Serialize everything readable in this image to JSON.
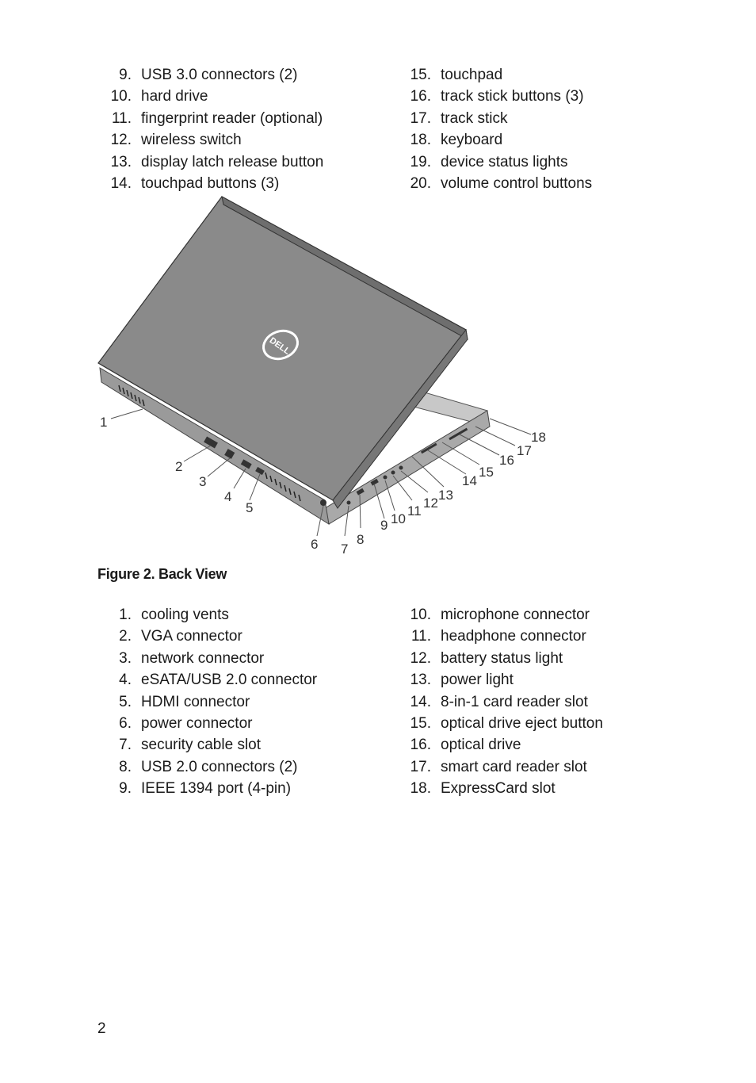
{
  "top_list_left": [
    {
      "num": "9.",
      "text": "USB 3.0 connectors (2)"
    },
    {
      "num": "10.",
      "text": "hard drive"
    },
    {
      "num": "11.",
      "text": "fingerprint reader (optional)"
    },
    {
      "num": "12.",
      "text": "wireless switch"
    },
    {
      "num": "13.",
      "text": "display latch release button"
    },
    {
      "num": "14.",
      "text": "touchpad buttons (3)"
    }
  ],
  "top_list_right": [
    {
      "num": "15.",
      "text": "touchpad"
    },
    {
      "num": "16.",
      "text": "track stick buttons (3)"
    },
    {
      "num": "17.",
      "text": "track stick"
    },
    {
      "num": "18.",
      "text": "keyboard"
    },
    {
      "num": "19.",
      "text": "device status lights"
    },
    {
      "num": "20.",
      "text": "volume control buttons"
    }
  ],
  "figure": {
    "logo_text": "DELL",
    "callouts": [
      "1",
      "2",
      "3",
      "4",
      "5",
      "6",
      "7",
      "8",
      "9",
      "10",
      "11",
      "12",
      "13",
      "14",
      "15",
      "16",
      "17",
      "18"
    ],
    "colors": {
      "lid": "#8a8a8a",
      "lid_dark": "#6e6e6e",
      "base": "#b5b5b5",
      "base_dark": "#8c8c8c",
      "logo_ring": "#ffffff"
    }
  },
  "caption": "Figure 2. Back View",
  "bottom_list_left": [
    {
      "num": "1.",
      "text": "cooling vents"
    },
    {
      "num": "2.",
      "text": "VGA connector"
    },
    {
      "num": "3.",
      "text": "network connector"
    },
    {
      "num": "4.",
      "text": "eSATA/USB 2.0 connector"
    },
    {
      "num": "5.",
      "text": "HDMI connector"
    },
    {
      "num": "6.",
      "text": "power connector"
    },
    {
      "num": "7.",
      "text": "security cable slot"
    },
    {
      "num": "8.",
      "text": "USB 2.0 connectors (2)"
    },
    {
      "num": "9.",
      "text": "IEEE 1394 port (4-pin)"
    }
  ],
  "bottom_list_right": [
    {
      "num": "10.",
      "text": "microphone connector"
    },
    {
      "num": "11.",
      "text": "headphone connector"
    },
    {
      "num": "12.",
      "text": "battery status light"
    },
    {
      "num": "13.",
      "text": "power light"
    },
    {
      "num": "14.",
      "text": "8-in-1 card reader slot"
    },
    {
      "num": "15.",
      "text": "optical drive eject button"
    },
    {
      "num": "16.",
      "text": "optical drive"
    },
    {
      "num": "17.",
      "text": "smart card reader slot"
    },
    {
      "num": "18.",
      "text": "ExpressCard slot"
    }
  ],
  "page_number": "2"
}
